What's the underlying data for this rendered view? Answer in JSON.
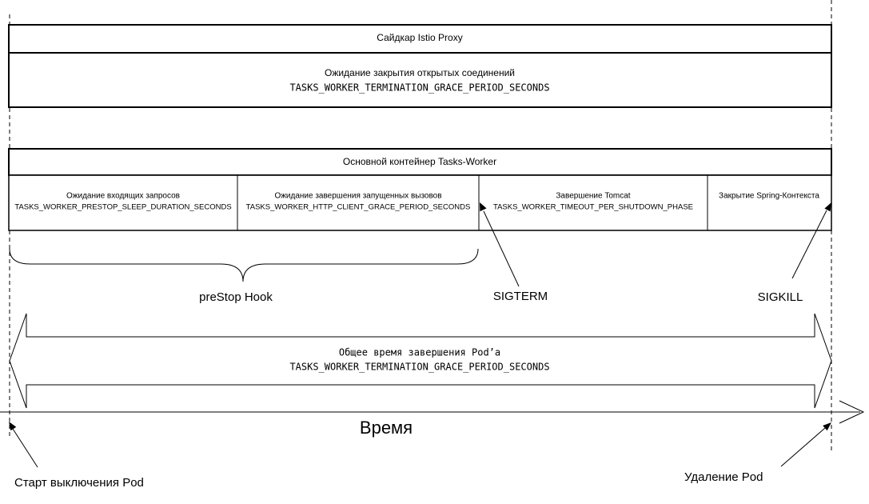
{
  "sidecar": {
    "title": "Сайдкар Istio Proxy",
    "wait_label": "Ожидание закрытия открытых соединений",
    "wait_var": "TASKS_WORKER_TERMINATION_GRACE_PERIOD_SECONDS"
  },
  "main_container": {
    "title": "Основной контейнер Tasks-Worker",
    "phases": [
      {
        "label": "Ожидание входящих запросов",
        "var": "TASKS_WORKER_PRESTOP_SLEEP_DURATION_SECONDS"
      },
      {
        "label": "Ожидание завершения запущенных вызовов",
        "var": "TASKS_WORKER_HTTP_CLIENT_GRACE_PERIOD_SECONDS"
      },
      {
        "label": "Завершение Tomcat",
        "var": "TASKS_WORKER_TIMEOUT_PER_SHUTDOWN_PHASE"
      },
      {
        "label": "Закрытие Spring-Контекста"
      }
    ]
  },
  "prestop_hook": "preStop Hook",
  "sigterm": "SIGTERM",
  "sigkill": "SIGKILL",
  "total": {
    "label": "Общее время завершения Pod’a",
    "var": "TASKS_WORKER_TERMINATION_GRACE_PERIOD_SECONDS"
  },
  "time_axis": "Время",
  "start_label": "Старт выключения Pod",
  "delete_label": "Удаление Pod"
}
